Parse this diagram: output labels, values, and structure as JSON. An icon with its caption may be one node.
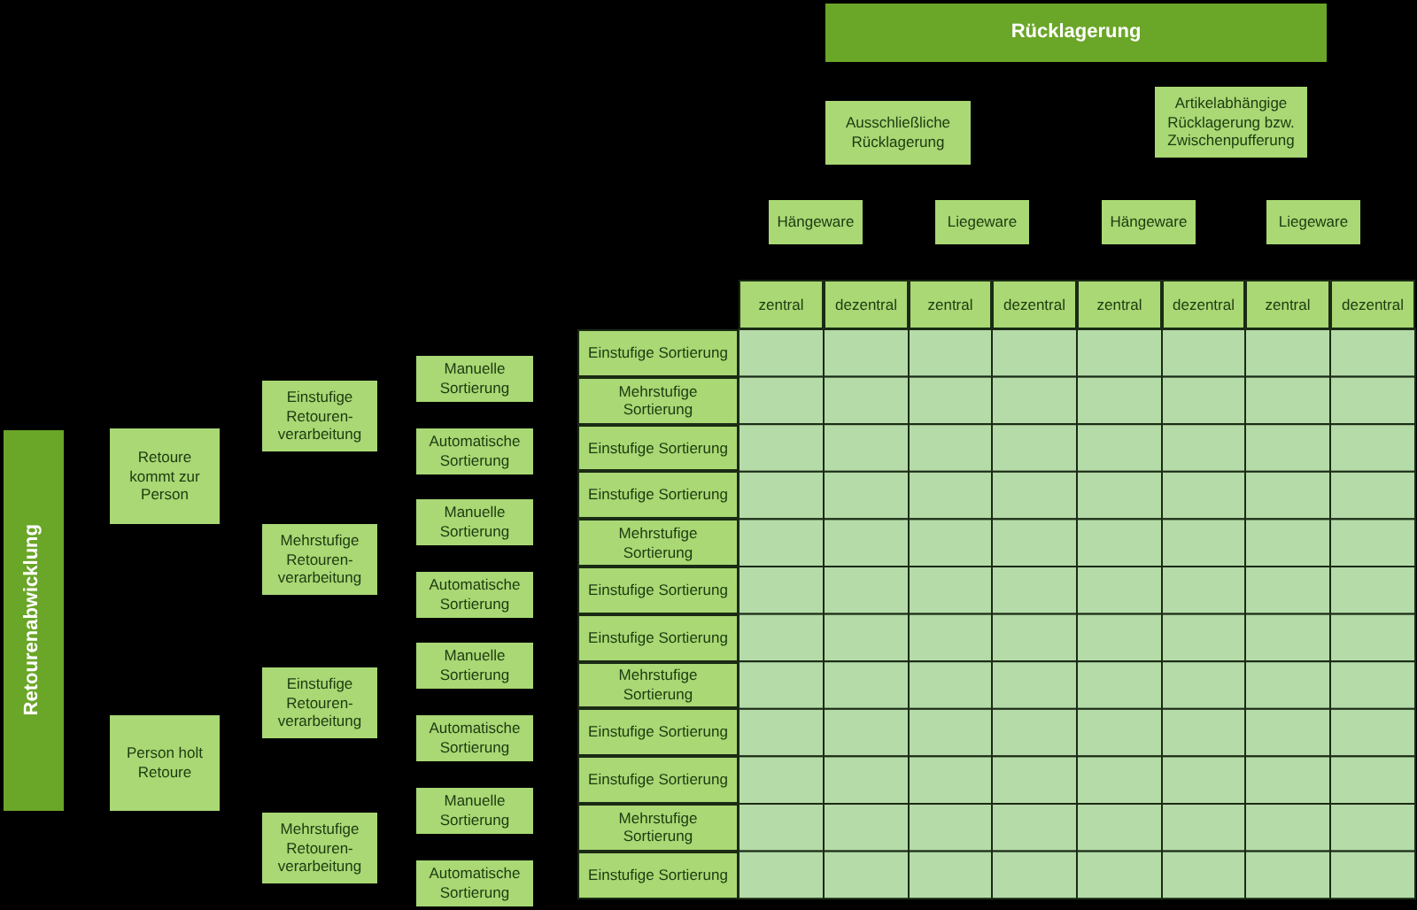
{
  "diagram": {
    "nodes": [
      {
        "text": [
          "Rücklagerung"
        ]
      },
      {
        "text": [
          "Ausschließliche Rücklagerung"
        ]
      },
      {
        "text": [
          "Artikelabhängige Rücklagerung bzw. Zwischenpufferung"
        ]
      },
      {
        "text": [
          "Hängeware"
        ]
      },
      {
        "text": [
          "Liegeware"
        ]
      },
      {
        "text": [
          "Hängeware"
        ]
      },
      {
        "text": [
          "Liegeware"
        ]
      },
      {
        "text": [
          "zentral"
        ]
      },
      {
        "text": [
          "dezentral"
        ]
      },
      {
        "text": [
          "zentral"
        ]
      },
      {
        "text": [
          "dezentral"
        ]
      },
      {
        "text": [
          "zentral"
        ]
      },
      {
        "text": [
          "dezentral"
        ]
      },
      {
        "text": [
          "zentral"
        ]
      },
      {
        "text": [
          "dezentral"
        ]
      },
      {
        "text": [
          "Retourenabwicklung"
        ]
      },
      {
        "text": [
          "Retoure kommt zur Person"
        ]
      },
      {
        "text": [
          "Person holt Retoure"
        ]
      },
      {
        "text": [
          "Einstufige Retouren-verarbeitung"
        ]
      },
      {
        "text": [
          "Mehrstufige Retouren-verarbeitung"
        ]
      },
      {
        "text": [
          "Einstufige Retouren-verarbeitung"
        ]
      },
      {
        "text": [
          "Mehrstufige Retouren-verarbeitung"
        ]
      },
      {
        "text": [
          "Manuelle Sortierung"
        ]
      },
      {
        "text": [
          "Automatische Sortierung"
        ]
      },
      {
        "text": [
          "Manuelle Sortierung"
        ]
      },
      {
        "text": [
          "Automatische Sortierung"
        ]
      },
      {
        "text": [
          "Manuelle Sortierung"
        ]
      },
      {
        "text": [
          "Automatische Sortierung"
        ]
      },
      {
        "text": [
          "Manuelle Sortierung"
        ]
      },
      {
        "text": [
          "Automatische Sortierung"
        ]
      },
      {
        "text": [
          "Einstufige Sortierung"
        ]
      },
      {
        "text": [
          "Mehrstufige Sortierung"
        ]
      },
      {
        "text": [
          "Einstufige Sortierung"
        ]
      },
      {
        "text": [
          "Einstufige Sortierung"
        ]
      },
      {
        "text": [
          "Mehrstufige Sortierung"
        ]
      },
      {
        "text": [
          "Einstufige Sortierung"
        ]
      },
      {
        "text": [
          "Einstufige Sortierung"
        ]
      },
      {
        "text": [
          "Mehrstufige Sortierung"
        ]
      },
      {
        "text": [
          "Einstufige Sortierung"
        ]
      },
      {
        "text": [
          "Einstufige Sortierung"
        ]
      },
      {
        "text": [
          "Mehrstufige Sortierung"
        ]
      },
      {
        "text": [
          "Einstufige Sortierung"
        ]
      }
    ]
  }
}
